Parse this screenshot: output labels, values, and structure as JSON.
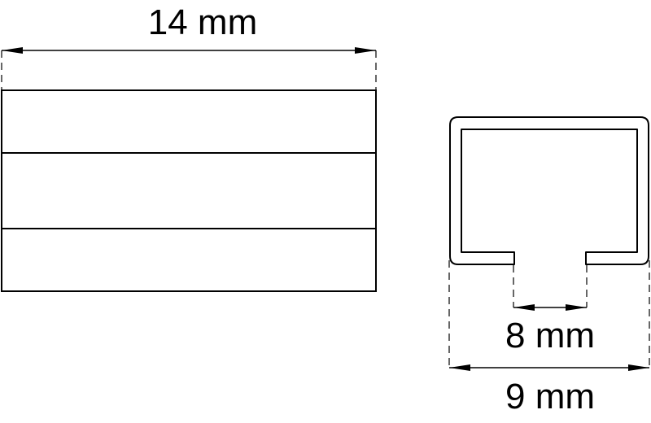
{
  "diagram": {
    "type": "technical-dimension-drawing",
    "colors": {
      "stroke": "#000000",
      "background": "#ffffff"
    },
    "side_view": {
      "length_label": "14 mm",
      "segments": 3
    },
    "cross_section": {
      "opening_label": "8 mm",
      "width_label": "9 mm"
    }
  }
}
